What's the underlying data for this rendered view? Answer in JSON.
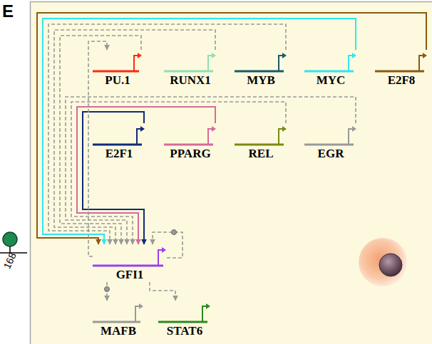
{
  "diagram": {
    "nodes": [
      {
        "text": [
          "PU.1"
        ]
      },
      {
        "text": [
          "RUNX1"
        ]
      },
      {
        "text": [
          "MYB"
        ]
      },
      {
        "text": [
          "MYC"
        ]
      },
      {
        "text": [
          "E2F8"
        ]
      },
      {
        "text": [
          "E2F1"
        ]
      },
      {
        "text": [
          "PPARG"
        ]
      },
      {
        "text": [
          "REL"
        ]
      },
      {
        "text": [
          "EGR"
        ]
      },
      {
        "text": [
          "GFI1"
        ]
      },
      {
        "text": [
          "MAFB"
        ]
      },
      {
        "text": [
          "STAT6"
        ]
      }
    ],
    "edges": [
      {
        "from": 0,
        "to": 9,
        "arrow": "to"
      },
      {
        "from": 1,
        "to": 9,
        "arrow": "to"
      },
      {
        "from": 2,
        "to": 9,
        "arrow": "to"
      },
      {
        "from": 3,
        "to": 9,
        "arrow": "to"
      },
      {
        "from": 4,
        "to": 9,
        "arrow": "to"
      },
      {
        "from": 5,
        "to": 9,
        "arrow": "to"
      },
      {
        "from": 6,
        "to": 9,
        "arrow": "to"
      },
      {
        "from": 7,
        "to": 9,
        "arrow": "to"
      },
      {
        "from": 8,
        "to": 9,
        "arrow": "to"
      },
      {
        "from": 9,
        "to": 0,
        "arrow": "to"
      },
      {
        "from": 9,
        "to": 9,
        "arrow": "to"
      },
      {
        "from": 9,
        "to": 10,
        "arrow": "to"
      },
      {
        "from": 9,
        "to": 11,
        "arrow": "to"
      }
    ],
    "labels": [
      "E",
      "168"
    ]
  }
}
